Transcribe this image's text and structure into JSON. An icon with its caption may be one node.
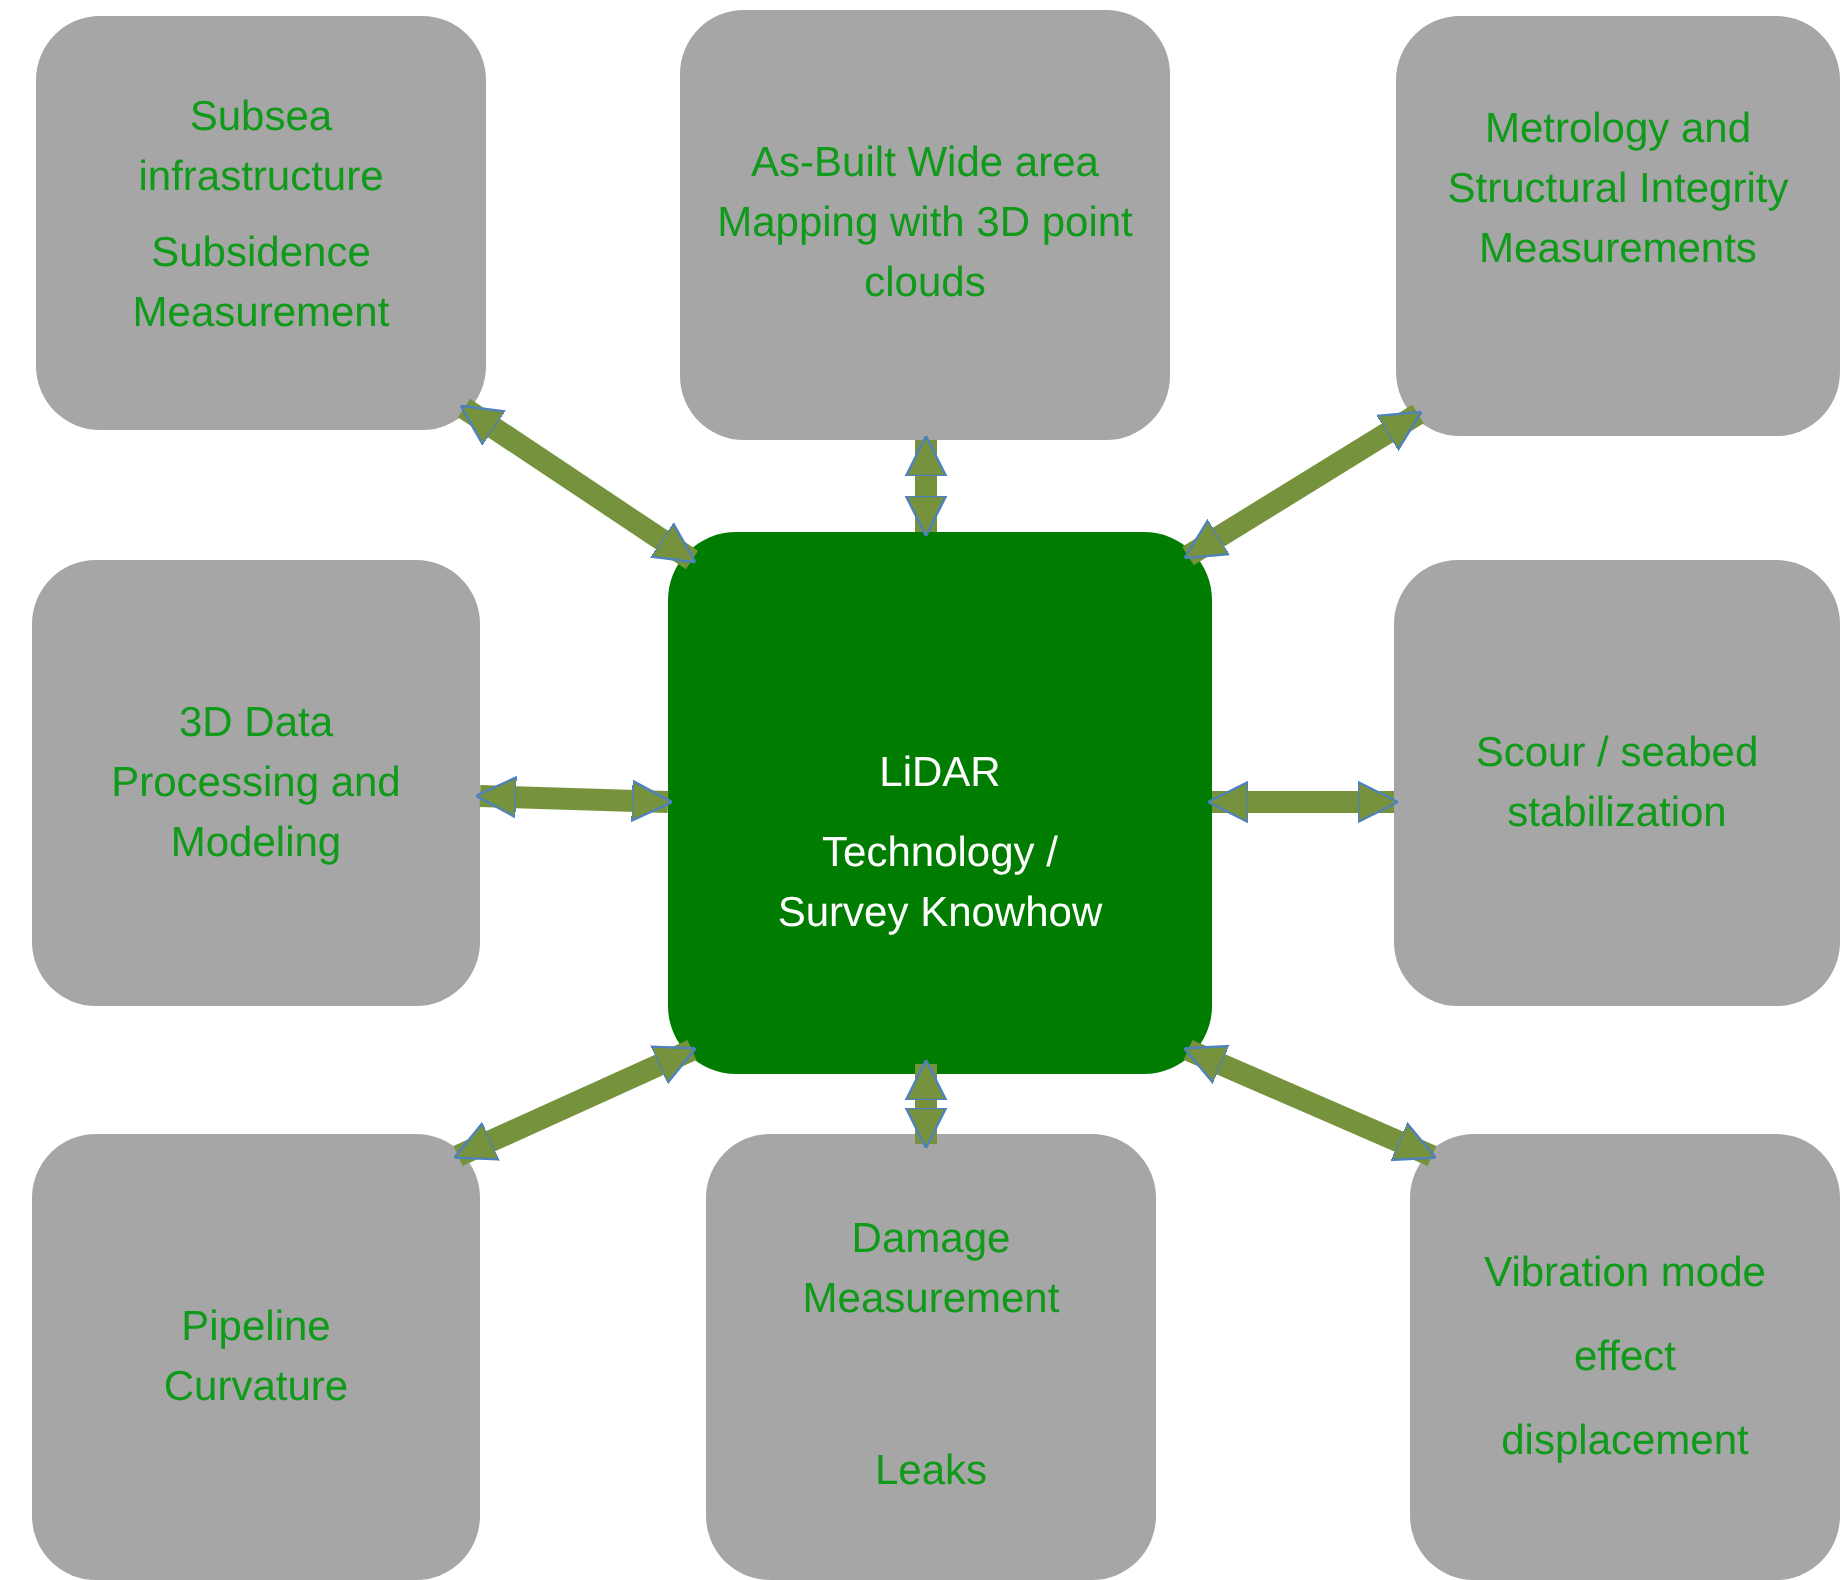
{
  "diagram": {
    "nodes": [
      {
        "text": [
          "LiDAR",
          "Technology / Survey Knowhow"
        ]
      },
      {
        "text": [
          "Subsea infrastructure",
          "Subsidence Measurement"
        ]
      },
      {
        "text": [
          "As-Built Wide area Mapping with 3D point clouds"
        ]
      },
      {
        "text": [
          "Metrology and Structural Integrity Measurements"
        ]
      },
      {
        "text": [
          "3D Data Processing and Modeling"
        ]
      },
      {
        "text": [
          "Scour / seabed stabilization"
        ]
      },
      {
        "text": [
          "Pipeline Curvature"
        ]
      },
      {
        "text": [
          "Damage Measurement",
          "Leaks"
        ]
      },
      {
        "text": [
          "Vibration mode effect displacement"
        ]
      }
    ],
    "edges": [
      {
        "from": 0,
        "to": 1,
        "arrow": "both"
      },
      {
        "from": 0,
        "to": 2,
        "arrow": "both"
      },
      {
        "from": 0,
        "to": 3,
        "arrow": "both"
      },
      {
        "from": 0,
        "to": 4,
        "arrow": "both"
      },
      {
        "from": 0,
        "to": 5,
        "arrow": "both"
      },
      {
        "from": 0,
        "to": 6,
        "arrow": "both"
      },
      {
        "from": 0,
        "to": 7,
        "arrow": "both"
      },
      {
        "from": 0,
        "to": 8,
        "arrow": "both"
      }
    ]
  }
}
